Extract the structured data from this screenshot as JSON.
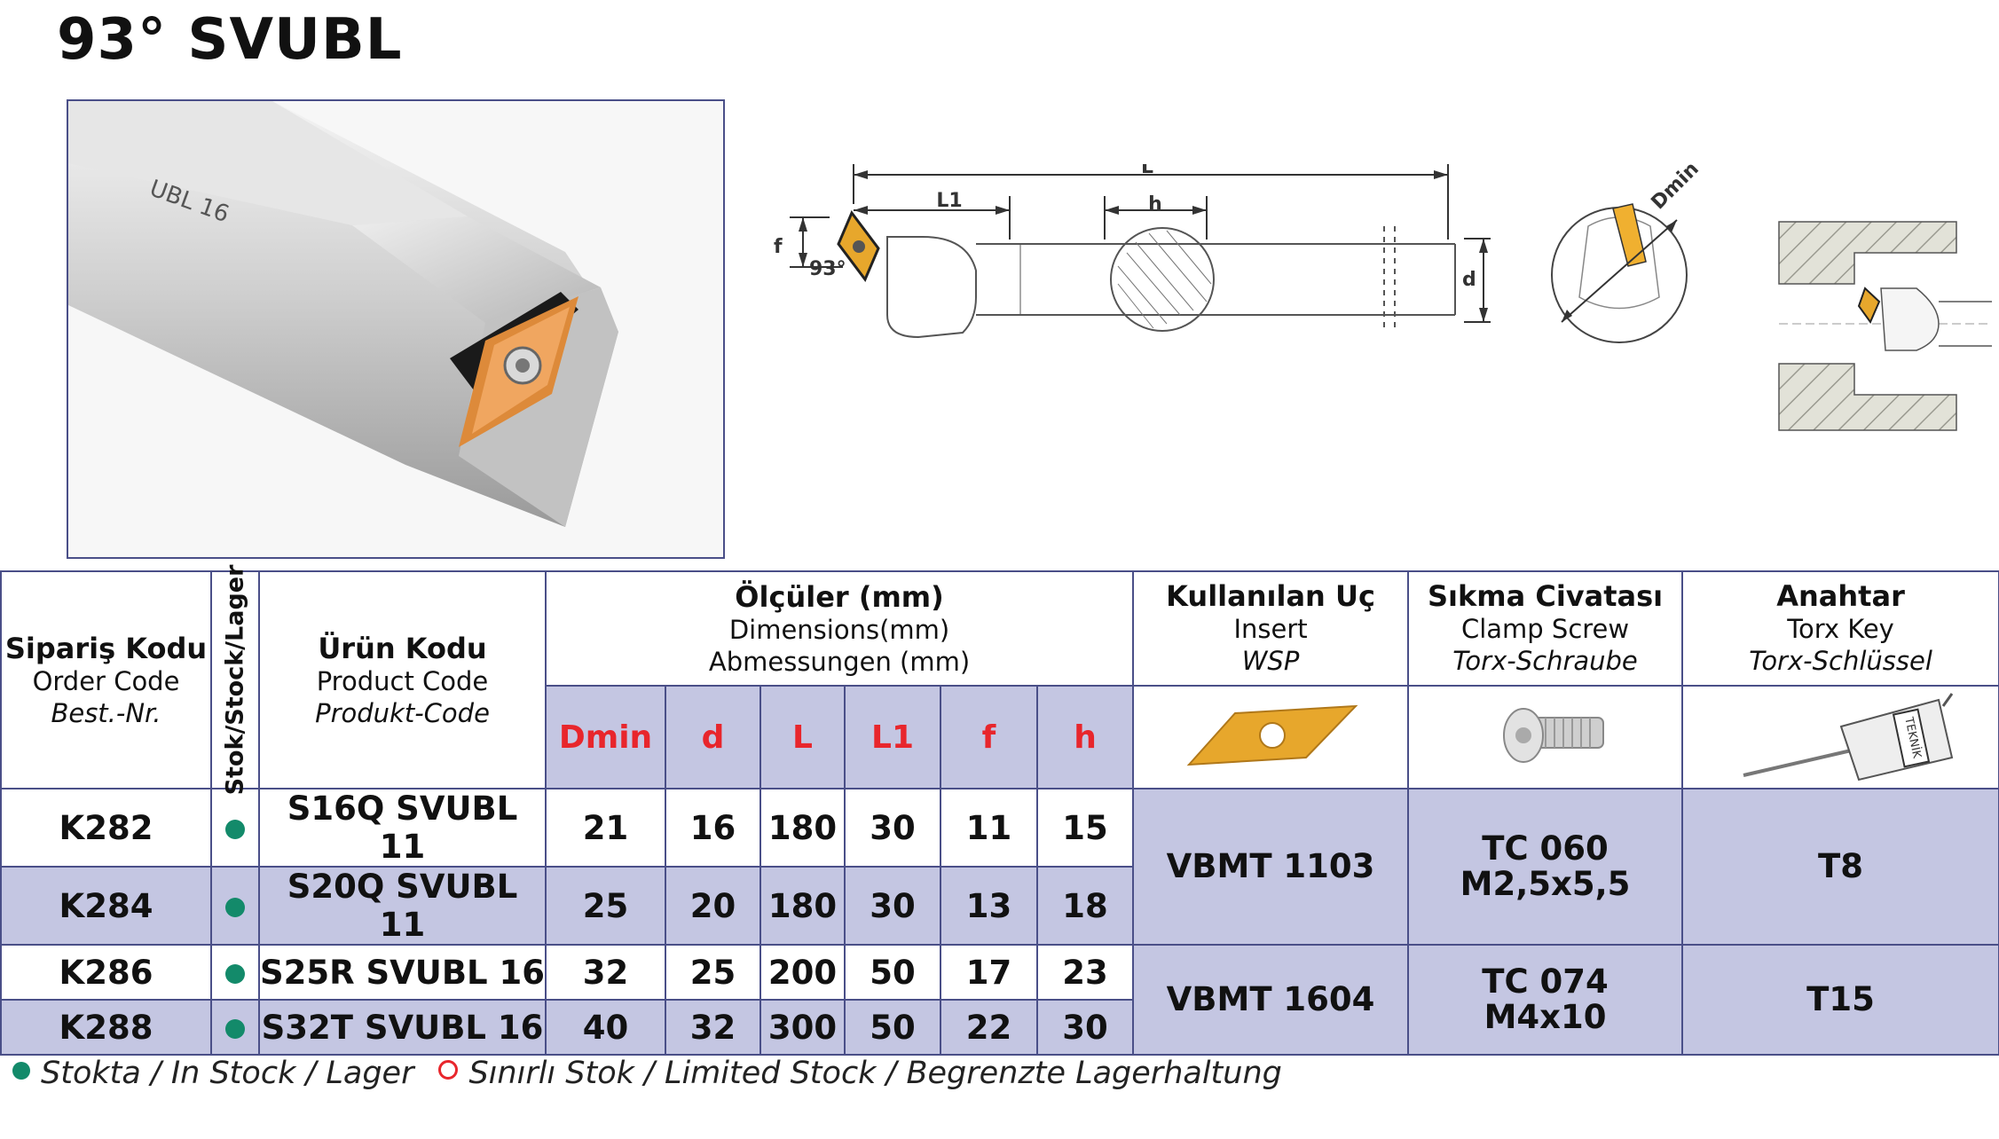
{
  "title": "93° SVUBL",
  "diagram_labels": {
    "L": "L",
    "L1": "L1",
    "h": "h",
    "f": "f",
    "d": "d",
    "angle": "93°",
    "dmin": "Dmin"
  },
  "photo_marking": "UBL 16",
  "key_marking": "TEKNİK",
  "table": {
    "order": {
      "main": "Sipariş Kodu",
      "sub": "Order Code",
      "it": "Best.-Nr."
    },
    "stok": "Stok/Stock/Lager",
    "product": {
      "main": "Ürün Kodu",
      "sub": "Product Code",
      "it": "Produkt-Code"
    },
    "dims": {
      "main": "Ölçüler (mm)",
      "sub": "Dimensions(mm)",
      "it": "Abmessungen (mm)"
    },
    "dim_cols": [
      "Dmin",
      "d",
      "L",
      "L1",
      "f",
      "h"
    ],
    "insert": {
      "main": "Kullanılan Uç",
      "sub": "Insert",
      "it": "WSP"
    },
    "screw": {
      "main": "Sıkma Civatası",
      "sub": "Clamp Screw",
      "it": "Torx-Schraube"
    },
    "key": {
      "main": "Anahtar",
      "sub": "Torx Key",
      "it": "Torx-Schlüssel"
    },
    "rows": [
      {
        "order": "K282",
        "product": "S16Q SVUBL 11",
        "dmin": "21",
        "d": "16",
        "L": "180",
        "L1": "30",
        "f": "11",
        "h": "15"
      },
      {
        "order": "K284",
        "product": "S20Q SVUBL 11",
        "dmin": "25",
        "d": "20",
        "L": "180",
        "L1": "30",
        "f": "13",
        "h": "18"
      },
      {
        "order": "K286",
        "product": "S25R SVUBL 16",
        "dmin": "32",
        "d": "25",
        "L": "200",
        "L1": "50",
        "f": "17",
        "h": "23"
      },
      {
        "order": "K288",
        "product": "S32T SVUBL 16",
        "dmin": "40",
        "d": "32",
        "L": "300",
        "L1": "50",
        "f": "22",
        "h": "30"
      }
    ],
    "groups": [
      {
        "insert": "VBMT 1103",
        "screw1": "TC 060",
        "screw2": "M2,5x5,5",
        "key": "T8"
      },
      {
        "insert": "VBMT 1604",
        "screw1": "TC 074",
        "screw2": "M4x10",
        "key": "T15"
      }
    ]
  },
  "legend": {
    "in_stock": "Stokta / In Stock / Lager",
    "limited": "Sınırlı Stok / Limited Stock / Begrenzte Lagerhaltung"
  },
  "colors": {
    "frame": "#4a4f88",
    "shade": "#c4c6e2",
    "dim_header_text": "#e8262c",
    "stock_dot": "#138a6a",
    "insert_fill": "#e7a72c"
  }
}
